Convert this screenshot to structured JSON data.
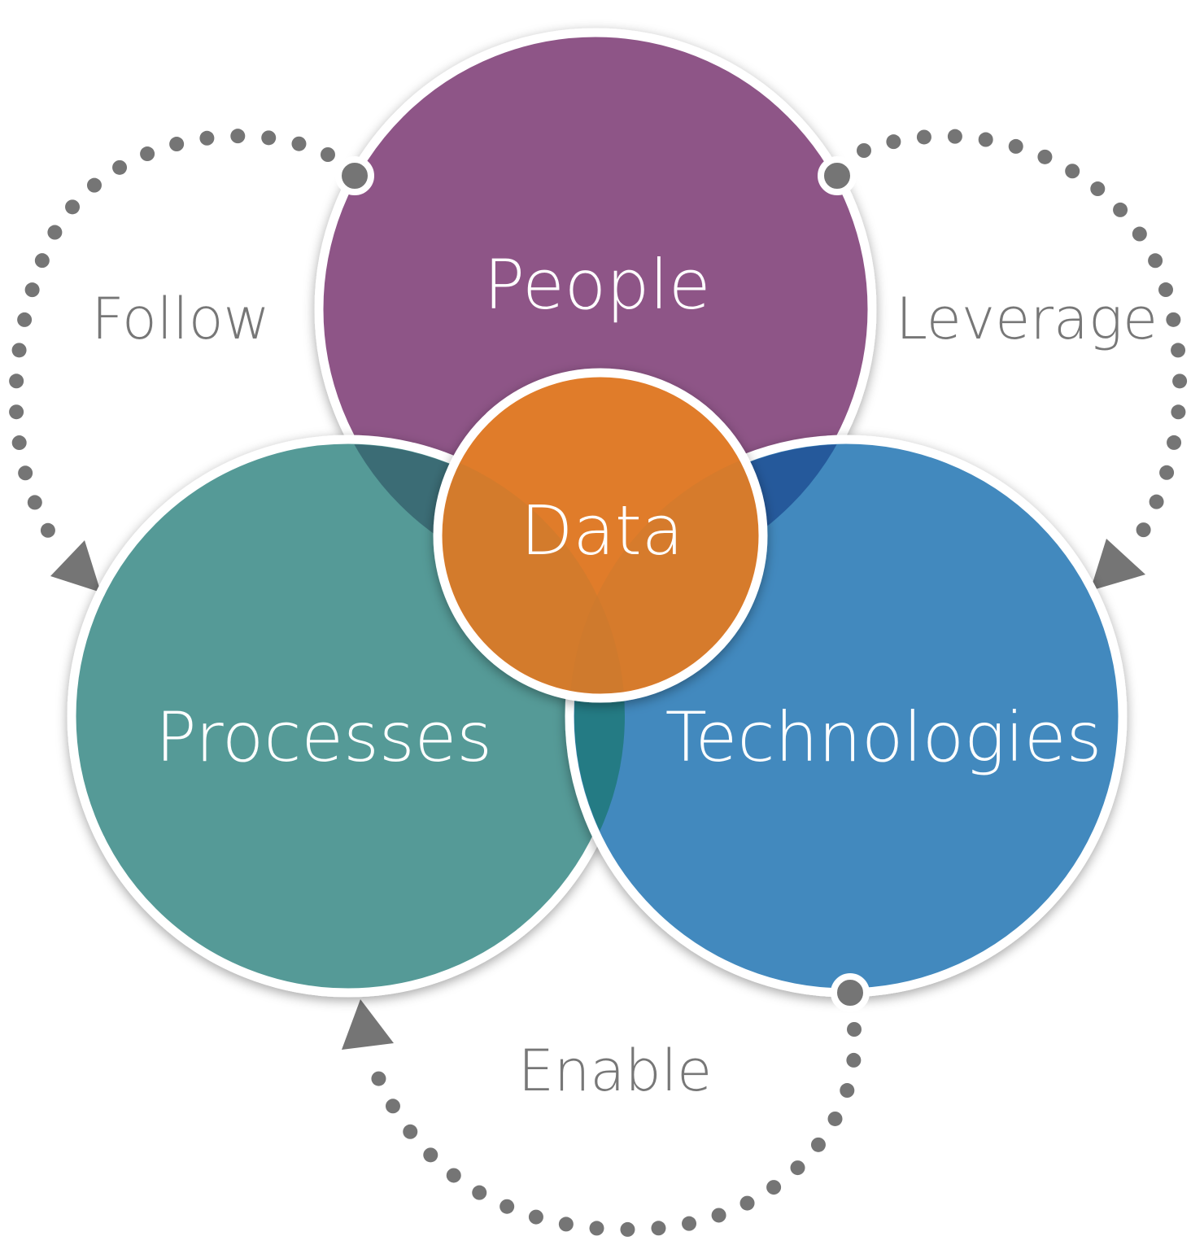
{
  "diagram": {
    "circles": {
      "people": {
        "label": "People",
        "color": "#8e5587"
      },
      "processes": {
        "label": "Processes",
        "color": "#559a97"
      },
      "technologies": {
        "label": "Technologies",
        "color": "#4289be"
      },
      "data": {
        "label": "Data",
        "color": "#e07c2a"
      }
    },
    "relations": {
      "follow": {
        "label": "Follow"
      },
      "leverage": {
        "label": "Leverage"
      },
      "enable": {
        "label": "Enable"
      }
    },
    "overlap_colors": {
      "people_processes": "#3b6c75",
      "people_technologies": "#25599b",
      "processes_technologies": "#247b84"
    },
    "connector_color": "#757575",
    "relation_text_color": "#777777"
  }
}
